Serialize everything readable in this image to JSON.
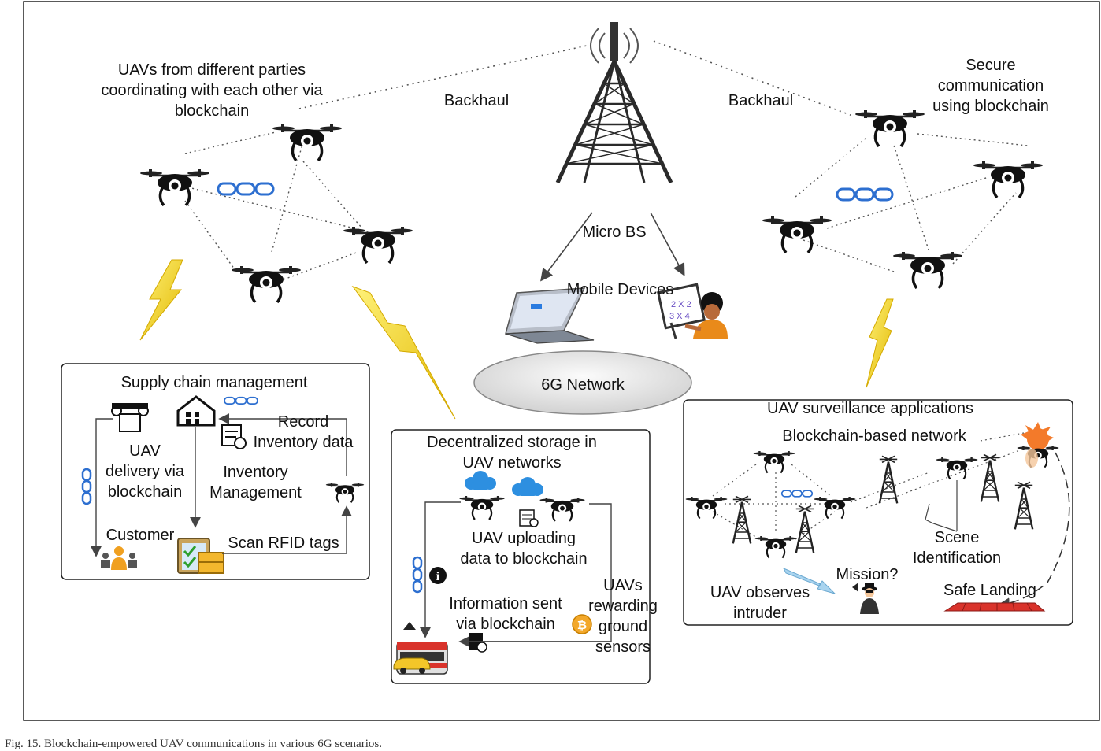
{
  "labels": {
    "uavs_coordinating": [
      "UAVs from different parties",
      "coordinating with each other via",
      "blockchain"
    ],
    "backhaul_left": "Backhaul",
    "backhaul_right": "Backhaul",
    "secure_comm": [
      "Secure",
      "communication",
      "using blockchain"
    ],
    "micro_bs": "Micro BS",
    "mobile_devices": "Mobile Devices",
    "network": "6G Network",
    "tablet_glyphs": [
      "2 X 2",
      "3 X 4"
    ]
  },
  "supply_chain": {
    "title": "Supply chain management",
    "record": [
      "Record",
      "Inventory data"
    ],
    "uav_delivery": [
      "UAV",
      "delivery via",
      "blockchain"
    ],
    "inventory_mgmt": [
      "Inventory",
      "Management"
    ],
    "customer": "Customer",
    "scan": "Scan RFID tags"
  },
  "storage": {
    "title": [
      "Decentralized storage in",
      "UAV networks"
    ],
    "uploading": [
      "UAV uploading",
      "data to blockchain"
    ],
    "info_sent": [
      "Information sent",
      "via blockchain"
    ],
    "rewarding": [
      "UAVs",
      "rewarding",
      "ground",
      "sensors"
    ]
  },
  "surveillance": {
    "title": "UAV surveillance applications",
    "network": "Blockchain-based network",
    "scene": [
      "Scene",
      "Identification"
    ],
    "mission": "Mission?",
    "observes": [
      "UAV observes",
      "intruder"
    ],
    "landing": "Safe Landing"
  },
  "caption": "Fig. 15.  Blockchain-empowered UAV communications in various 6G scenarios."
}
